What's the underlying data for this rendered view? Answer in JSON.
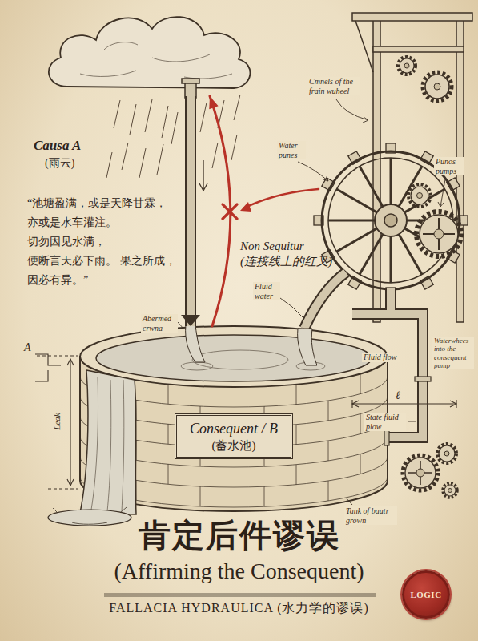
{
  "diagram": {
    "title": "肯定后件谬误",
    "caption": "FALLACIA HYDRAULICA (水力学的谬误)",
    "nodes": [
      {
        "text": [
          "Causa A",
          "(雨云)"
        ]
      },
      {
        "text": [
          "Consequent / B",
          "(蓄水池)"
        ]
      },
      {
        "text": [
          "LOGIC"
        ]
      }
    ],
    "edges": [
      {
        "from": 0,
        "to": 1,
        "arrow": "to"
      },
      {
        "from": 1,
        "to": 0,
        "label": "Non Sequitur (连接线上的红叉)",
        "arrow": "to"
      }
    ],
    "labels": [
      "“池塘盈满，或是天降甘霖， 亦或是水车灌注。 切勿因见水满， 便断言天必下雨。 果之所成，因必有异。”",
      "Cmnels of the frain wuheel",
      "Water punes",
      "Punos pumps",
      "Fluid water",
      "Abermed crwna",
      "Fluid flow",
      "Waterwhees into the consequent pump",
      "A",
      "Leak",
      "ℓ",
      "State fluid plow",
      "Tank of bautr grown",
      "(Affirming the Consequent)"
    ]
  }
}
